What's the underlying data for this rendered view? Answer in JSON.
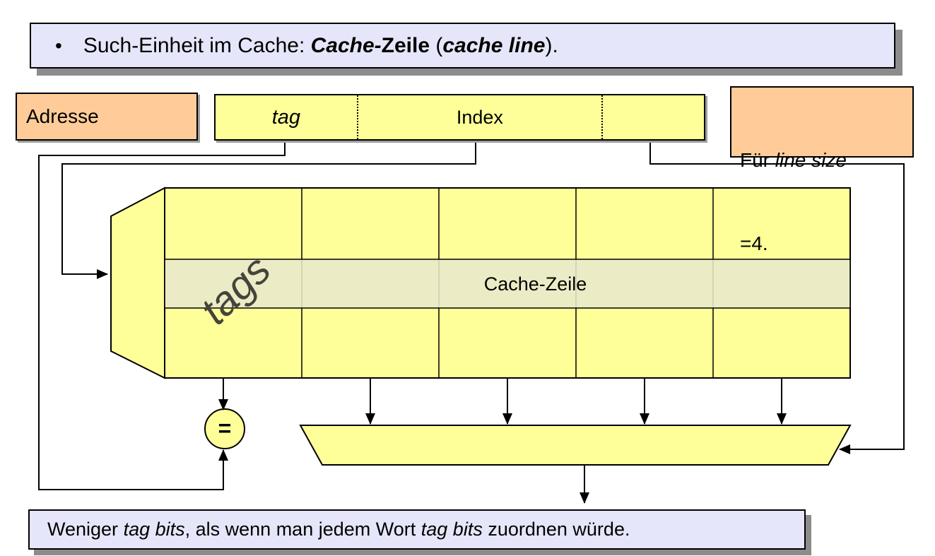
{
  "title": {
    "bullet": "•",
    "runs": {
      "r0": "Such-Einheit im Cache: ",
      "r1": "Cache-",
      "r2": "Zeile",
      "r3": " (",
      "r4": "cache line",
      "r5": ")."
    }
  },
  "address_label": "Adresse",
  "address_fields": {
    "tag": "tag",
    "index": "Index",
    "offset": ""
  },
  "line_size_note": {
    "line1_prefix": "Für ",
    "line1_italic": "line size",
    "line2": "=4."
  },
  "cache_array": {
    "rotated_label": "tags",
    "row_label": "Cache-Zeile",
    "columns": 5,
    "highlighted_row": "middle"
  },
  "comparator_symbol": "=",
  "bottom_note": {
    "runs": {
      "r0": "Weniger ",
      "r1": "tag bits",
      "r2": ", als wenn man jedem Wort ",
      "r3": "tag bits",
      "r4": " zuordnen würde."
    }
  },
  "colors": {
    "note_fill": "#e6e6fa",
    "label_fill": "#ffcc99",
    "cell_fill": "#ffff99",
    "highlight_fill": "#e8e8cc",
    "shadow": "#8c8c8c",
    "line": "#000000",
    "tags_text": "#44443a"
  }
}
